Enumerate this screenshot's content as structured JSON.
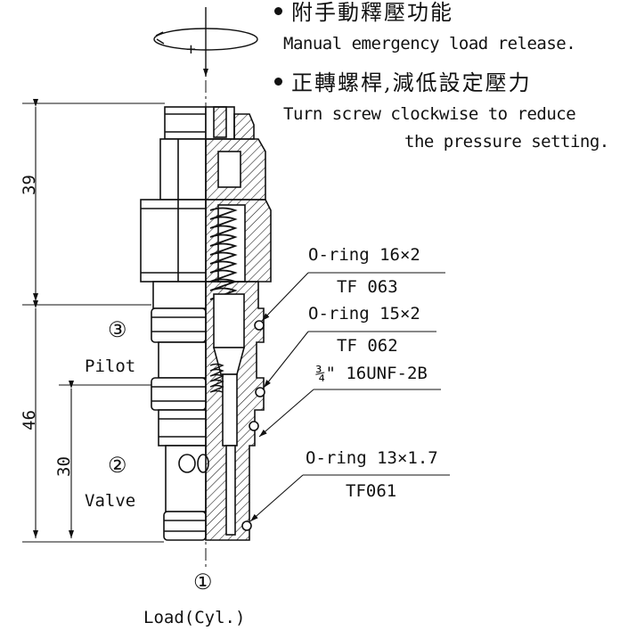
{
  "notes": [
    {
      "zh": "附手動釋壓功能",
      "en": [
        "Manual emergency load release."
      ]
    },
    {
      "zh": "正轉螺桿,減低設定壓力",
      "en": [
        "Turn screw clockwise to reduce",
        "the pressure setting."
      ]
    }
  ],
  "adjust_symbol": "+",
  "dimensions": {
    "upper": "39",
    "lower": "46",
    "valve": "30"
  },
  "ports": [
    {
      "number": "③",
      "label": "Pilot"
    },
    {
      "number": "②",
      "label": "Valve"
    },
    {
      "number": "①",
      "label": "Load(Cyl.)"
    }
  ],
  "callouts": [
    {
      "top": "O-ring 16×2",
      "bottom": "TF 063"
    },
    {
      "top": "O-ring 15×2",
      "bottom": "TF 062"
    },
    {
      "top": "¾\" 16UNF-2B",
      "bottom": ""
    },
    {
      "top": "O-ring 13×1.7",
      "bottom": "TF061"
    }
  ]
}
